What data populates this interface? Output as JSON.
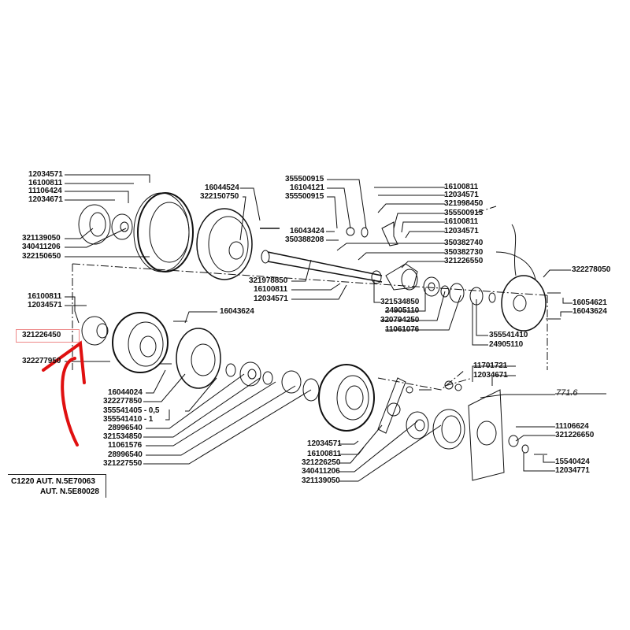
{
  "title_block": {
    "line1": "C1220 AUT. N.5E70063",
    "line2": "AUT. N.5E80028"
  },
  "reference": "771.6",
  "highlighted_part": "321226450",
  "accent_color": "#e01010",
  "labels": {
    "tl": [
      "12034571",
      "16100811",
      "11106424",
      "12034671",
      "321139050",
      "340411206",
      "322150650"
    ],
    "tc": [
      "16044524",
      "322150750",
      "355500915",
      "16104121",
      "355500915",
      "16043424",
      "350388208",
      "321978850",
      "16100811",
      "12034571"
    ],
    "tr": [
      "16100811",
      "12034571",
      "321998450",
      "355500915",
      "16100811",
      "12034571",
      "350382740",
      "350382730",
      "321226550",
      "322278050",
      "16054621",
      "16043624"
    ],
    "mid": [
      "321534850",
      "24905110",
      "320794250",
      "11061076",
      "355541410",
      "24905110"
    ],
    "ml": [
      "16100811",
      "12034571",
      "321226450",
      "16043624",
      "322277950"
    ],
    "bl": [
      "16044024",
      "322277850",
      "355541405 -  0,5",
      "355541410 -  1",
      "28996540",
      "321534850",
      "11061576",
      "28996540",
      "321227550"
    ],
    "bc": [
      "12034571",
      "16100811",
      "321226250",
      "340411206",
      "321139050"
    ],
    "br": [
      "11701721",
      "12034671",
      "11106624",
      "321226650",
      "15540424",
      "12034771"
    ]
  }
}
